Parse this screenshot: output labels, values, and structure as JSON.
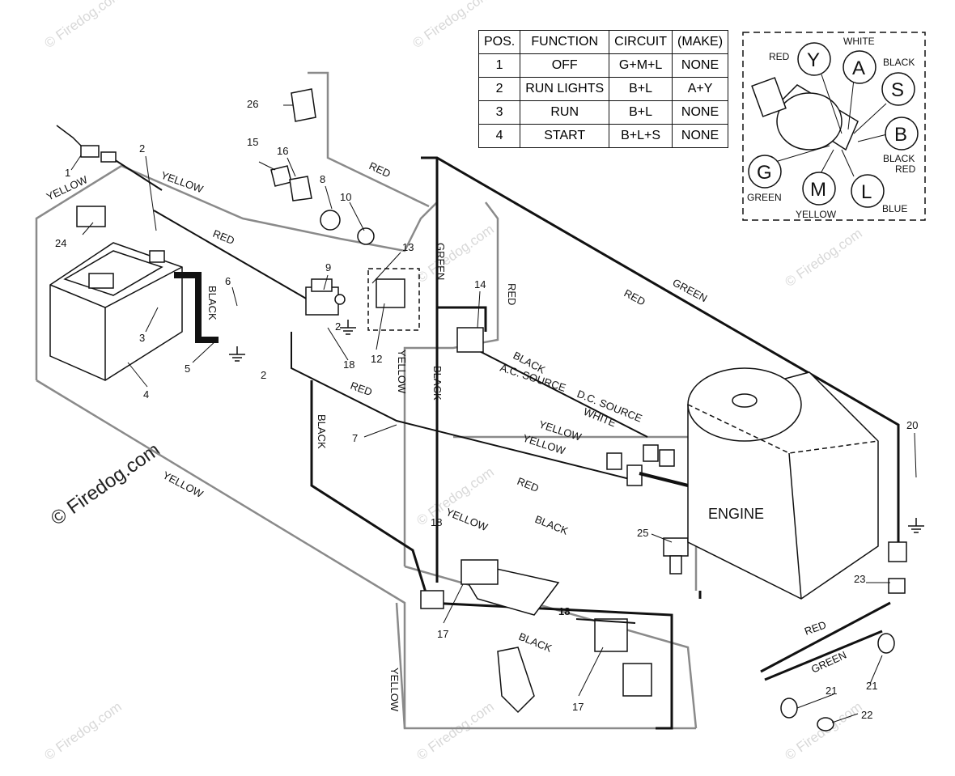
{
  "watermark": {
    "main": "© Firedog.com",
    "tile": "© Firedog.com"
  },
  "table": {
    "headers": [
      "POS.",
      "FUNCTION",
      "CIRCUIT",
      "(MAKE)"
    ],
    "rows": [
      [
        "1",
        "OFF",
        "G+M+L",
        "NONE"
      ],
      [
        "2",
        "RUN LIGHTS",
        "B+L",
        "A+Y"
      ],
      [
        "3",
        "RUN",
        "B+L",
        "NONE"
      ],
      [
        "4",
        "START",
        "B+L+S",
        "NONE"
      ]
    ]
  },
  "switch_detail": {
    "terminals": {
      "Y": "Y",
      "A": "A",
      "S": "S",
      "B": "B",
      "G": "G",
      "M": "M",
      "L": "L"
    },
    "colors": {
      "red": "RED",
      "white": "WHITE",
      "black": "BLACK",
      "black_red_1": "BLACK",
      "black_red_2": "RED",
      "green": "GREEN",
      "yellow": "YELLOW",
      "blue": "BLUE"
    }
  },
  "wire_labels": {
    "yellow_1": "YELLOW",
    "yellow_2": "YELLOW",
    "red_1": "RED",
    "red_top": "RED",
    "black_batt": "BLACK",
    "green_1": "GREEN",
    "red_2": "RED",
    "green_2": "GREEN",
    "red_3": "RED",
    "black_1": "BLACK",
    "ac_source": "A.C. SOURCE",
    "dc_source": "D.C. SOURCE",
    "white_1": "WHITE",
    "yellow_3": "YELLOW",
    "yellow_4": "YELLOW",
    "yellow_5": "YELLOW",
    "black_2": "BLACK",
    "red_4": "RED",
    "black_3": "BLACK",
    "red_5": "RED",
    "black_4": "BLACK",
    "yellow_6": "YELLOW",
    "yellow_7": "YELLOW",
    "black_5": "BLACK",
    "yellow_8": "YELLOW",
    "red_6": "RED",
    "green_3": "GREEN"
  },
  "engine_label": "ENGINE",
  "callouts": {
    "c1": "1",
    "c2a": "2",
    "c2b": "2",
    "c2c": "2",
    "c3": "3",
    "c4": "4",
    "c5": "5",
    "c6": "6",
    "c7": "7",
    "c8": "8",
    "c9": "9",
    "c10": "10",
    "c12": "12",
    "c13": "13",
    "c14": "14",
    "c15": "15",
    "c16": "16",
    "c17a": "17",
    "c17b": "17",
    "c18a": "18",
    "c18b": "18",
    "c18c": "18",
    "c20": "20",
    "c21a": "21",
    "c21b": "21",
    "c22": "22",
    "c23": "23",
    "c24": "24",
    "c25": "25",
    "c26": "26"
  }
}
